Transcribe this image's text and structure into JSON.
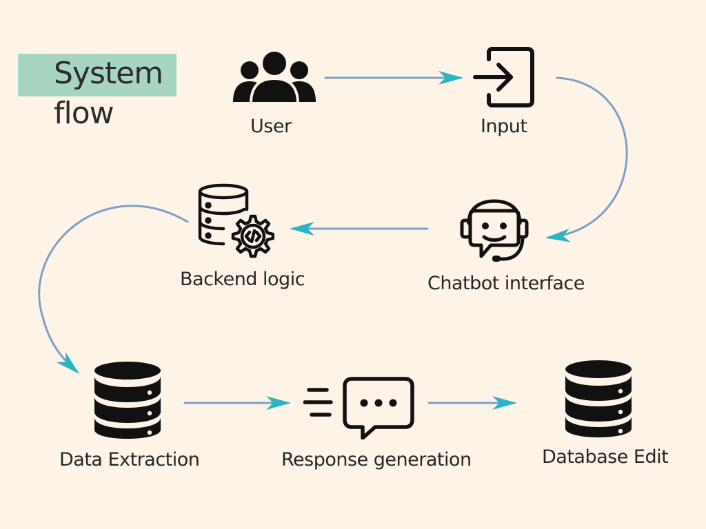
{
  "title": {
    "line1": "System",
    "line2": "flow"
  },
  "nodes": {
    "user": "User",
    "input": "Input",
    "chatbot": "Chatbot interface",
    "backend": "Backend logic",
    "extraction": "Data Extraction",
    "response": "Response generation",
    "db_edit": "Database Edit"
  },
  "colors": {
    "background": "#fdf4e7",
    "title_highlight": "#a8d5c2",
    "arrow_line": "#7f9fc4",
    "arrow_head": "#2bb5c4",
    "icon": "#111111"
  },
  "icons": {
    "user": "users-group-icon",
    "input": "sign-in-icon",
    "chatbot": "chatbot-headset-icon",
    "backend": "server-code-gear-icon",
    "extraction": "database-icon",
    "response": "chat-bubble-dots-icon",
    "db_edit": "database-icon"
  }
}
